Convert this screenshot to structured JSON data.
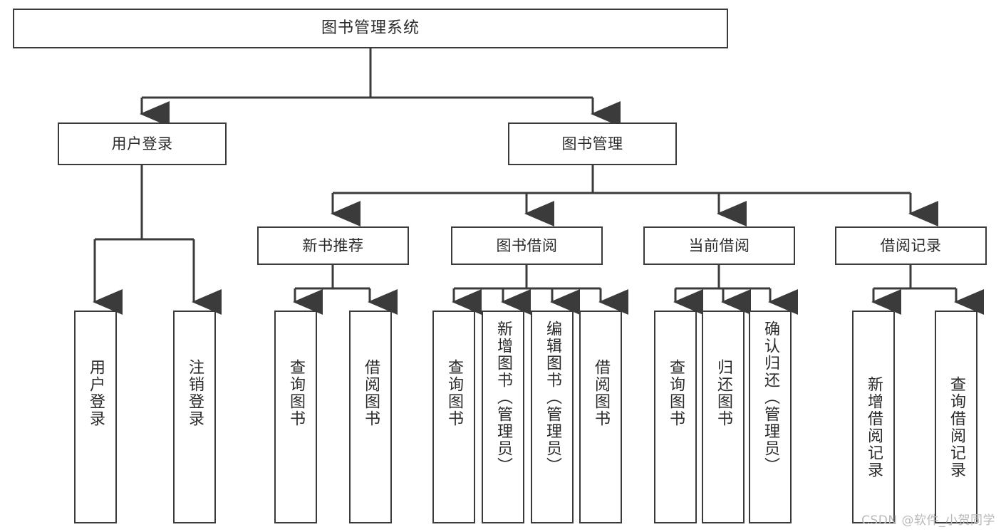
{
  "diagram": {
    "title": "图书管理系统",
    "type": "tree-hierarchy-chart",
    "orientation": "top-down",
    "line_color": "#3b3b3b",
    "box_fill": "#ffffff",
    "text_color": "#2a2a2a"
  },
  "root": {
    "label": "图书管理系统"
  },
  "level2": [
    {
      "label": "用户登录"
    },
    {
      "label": "图书管理"
    }
  ],
  "level3": [
    {
      "label": "新书推荐"
    },
    {
      "label": "图书借阅"
    },
    {
      "label": "当前借阅"
    },
    {
      "label": "借阅记录"
    }
  ],
  "leaves": {
    "user_login": [
      {
        "label": "用户登录"
      },
      {
        "label": "注销登录"
      }
    ],
    "new_book_recommend": [
      {
        "label": "查询图书"
      },
      {
        "label": "借阅图书"
      }
    ],
    "book_borrow": [
      {
        "label": "查询图书"
      },
      {
        "label": "新增图书（管理员）"
      },
      {
        "label": "编辑图书（管理员）"
      },
      {
        "label": "借阅图书"
      }
    ],
    "current_borrow": [
      {
        "label": "查询图书"
      },
      {
        "label": "归还图书"
      },
      {
        "label": "确认归还（管理员）"
      }
    ],
    "borrow_record": [
      {
        "label": "新增借阅记录"
      },
      {
        "label": "查询借阅记录"
      }
    ]
  },
  "watermark": {
    "text": "CSDN @软件_小贺同学"
  }
}
